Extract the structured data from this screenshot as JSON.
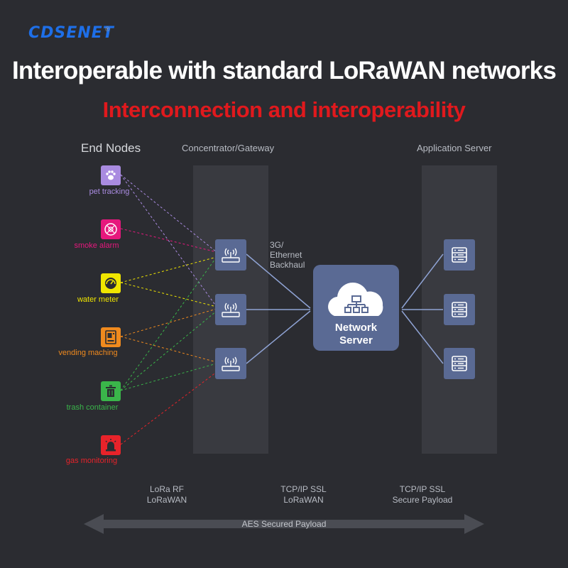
{
  "header": {
    "logo": "CDSENET",
    "title": "Interoperable with standard LoRaWAN networks",
    "subtitle": "Interconnection and interoperability"
  },
  "columns": {
    "end_nodes": "End Nodes",
    "gateway": "Concentrator/Gateway",
    "app_server": "Application Server"
  },
  "end_nodes": [
    {
      "label": "pet tracking",
      "color": "#a98be0",
      "icon": "paw-icon"
    },
    {
      "label": "smoke alarm",
      "color": "#e6187d",
      "icon": "smoke-detector-icon"
    },
    {
      "label": "water meter",
      "color": "#f0e600",
      "icon": "meter-icon"
    },
    {
      "label": "vending maching",
      "color": "#f08a1e",
      "icon": "vending-machine-icon"
    },
    {
      "label": "trash container",
      "color": "#3ab54a",
      "icon": "trash-icon"
    },
    {
      "label": "gas monitoring",
      "color": "#e8232a",
      "icon": "alarm-light-icon"
    }
  ],
  "backhaul": [
    "3G/",
    "Ethernet",
    "Backhaul"
  ],
  "network_server": [
    "Network",
    "Server"
  ],
  "bottom": {
    "lora": [
      "LoRa RF",
      "LoRaWAN"
    ],
    "tcp1": [
      "TCP/IP SSL",
      "LoRaWAN"
    ],
    "tcp2": [
      "TCP/IP SSL",
      "Secure Payload"
    ],
    "arrow": "AES Secured Payload"
  }
}
